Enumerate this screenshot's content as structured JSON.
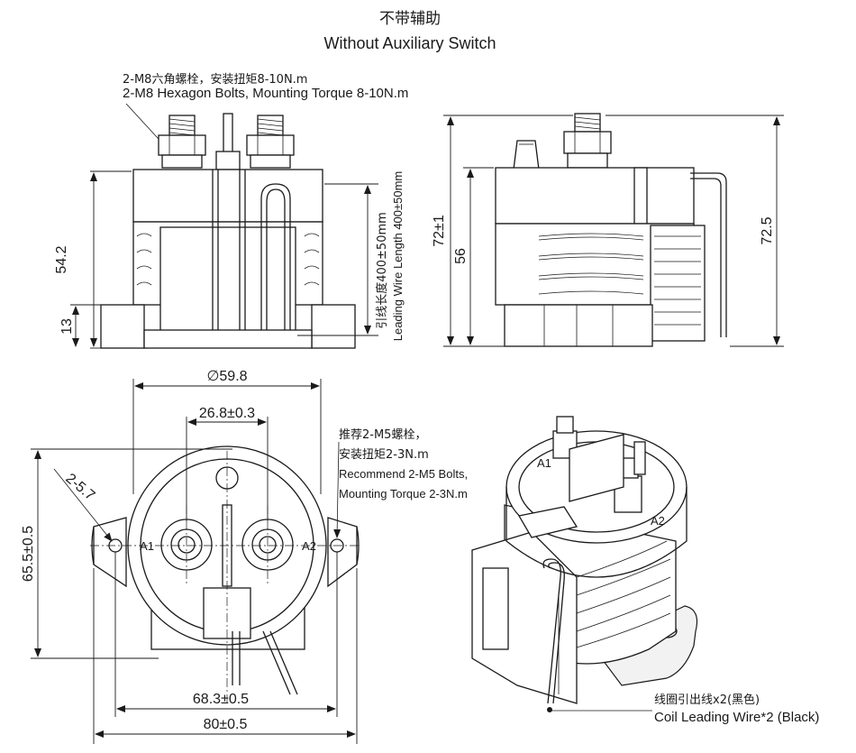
{
  "title": {
    "cn": "不带辅助",
    "en": "Without Auxiliary Switch"
  },
  "front_view": {
    "bolt_note_cn": "2-M8六角螺栓，安装扭矩8-10N.m",
    "bolt_note_en": "2-M8 Hexagon Bolts, Mounting Torque 8-10N.m",
    "dim_total_height": "54.2",
    "dim_base_height": "13",
    "wire_length_cn": "引线长度400±50mm",
    "wire_length_en": "Leading Wire Length 400±50mm"
  },
  "side_view": {
    "dim_height_tol": "72±1",
    "dim_body_height": "56",
    "dim_total": "72.5"
  },
  "top_view": {
    "dim_diameter": "∅59.8",
    "dim_terminal_spacing": "26.8±0.3",
    "dim_hole": "2-5.7",
    "dim_width": "65.5±0.5",
    "dim_mount_spacing": "68.3±0.5",
    "dim_flange": "80±0.5",
    "terminal_a1": "A1",
    "terminal_a2": "A2",
    "mount_note_cn_1": "推荐2-M5螺栓，",
    "mount_note_cn_2": "安装扭矩2-3N.m",
    "mount_note_en_1": "Recommend 2-M5 Bolts,",
    "mount_note_en_2": "Mounting Torque 2-3N.m"
  },
  "iso_view": {
    "coil_wire_cn": "线圈引出线x2(黑色)",
    "coil_wire_en": "Coil Leading Wire*2 (Black)",
    "label_a1": "A1",
    "label_a2": "A2"
  }
}
